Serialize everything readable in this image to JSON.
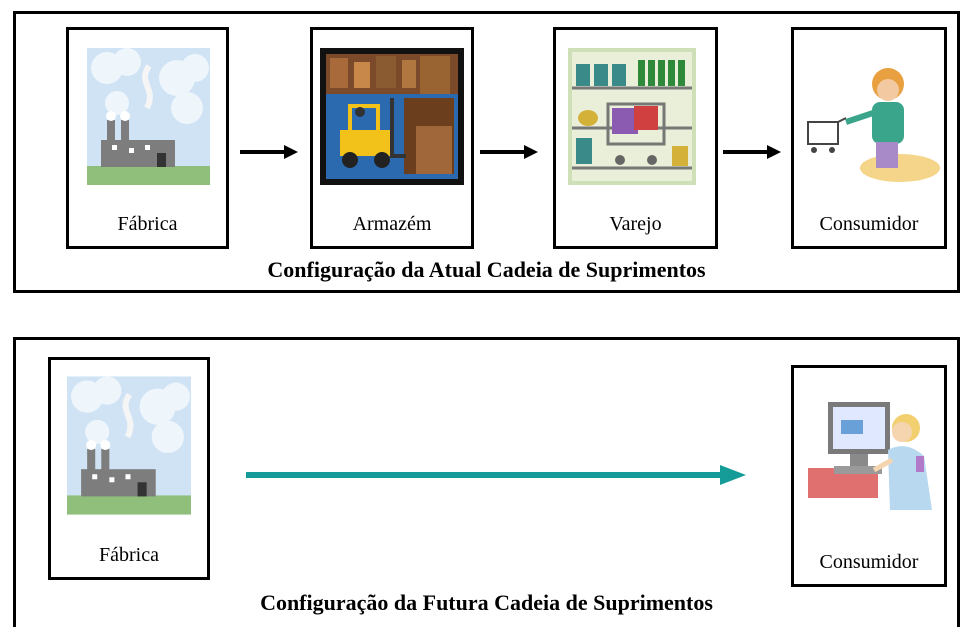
{
  "current": {
    "title": "Configuração da Atual Cadeia de Suprimentos",
    "nodes": [
      {
        "label": "Fábrica",
        "icon": "factory-icon"
      },
      {
        "label": "Armazém",
        "icon": "warehouse-forklift-icon"
      },
      {
        "label": "Varejo",
        "icon": "retail-shopping-cart-icon"
      },
      {
        "label": "Consumidor",
        "icon": "consumer-with-cart-icon"
      }
    ]
  },
  "future": {
    "title": "Configuração da Futura Cadeia de Suprimentos",
    "nodes": [
      {
        "label": "Fábrica",
        "icon": "factory-icon"
      },
      {
        "label": "Consumidor",
        "icon": "consumer-at-computer-icon"
      }
    ],
    "arrow_color": "#169c98"
  },
  "colors": {
    "sky": "#cfe3f5",
    "grass": "#8fbf7a",
    "factory": "#7d7d7d"
  }
}
